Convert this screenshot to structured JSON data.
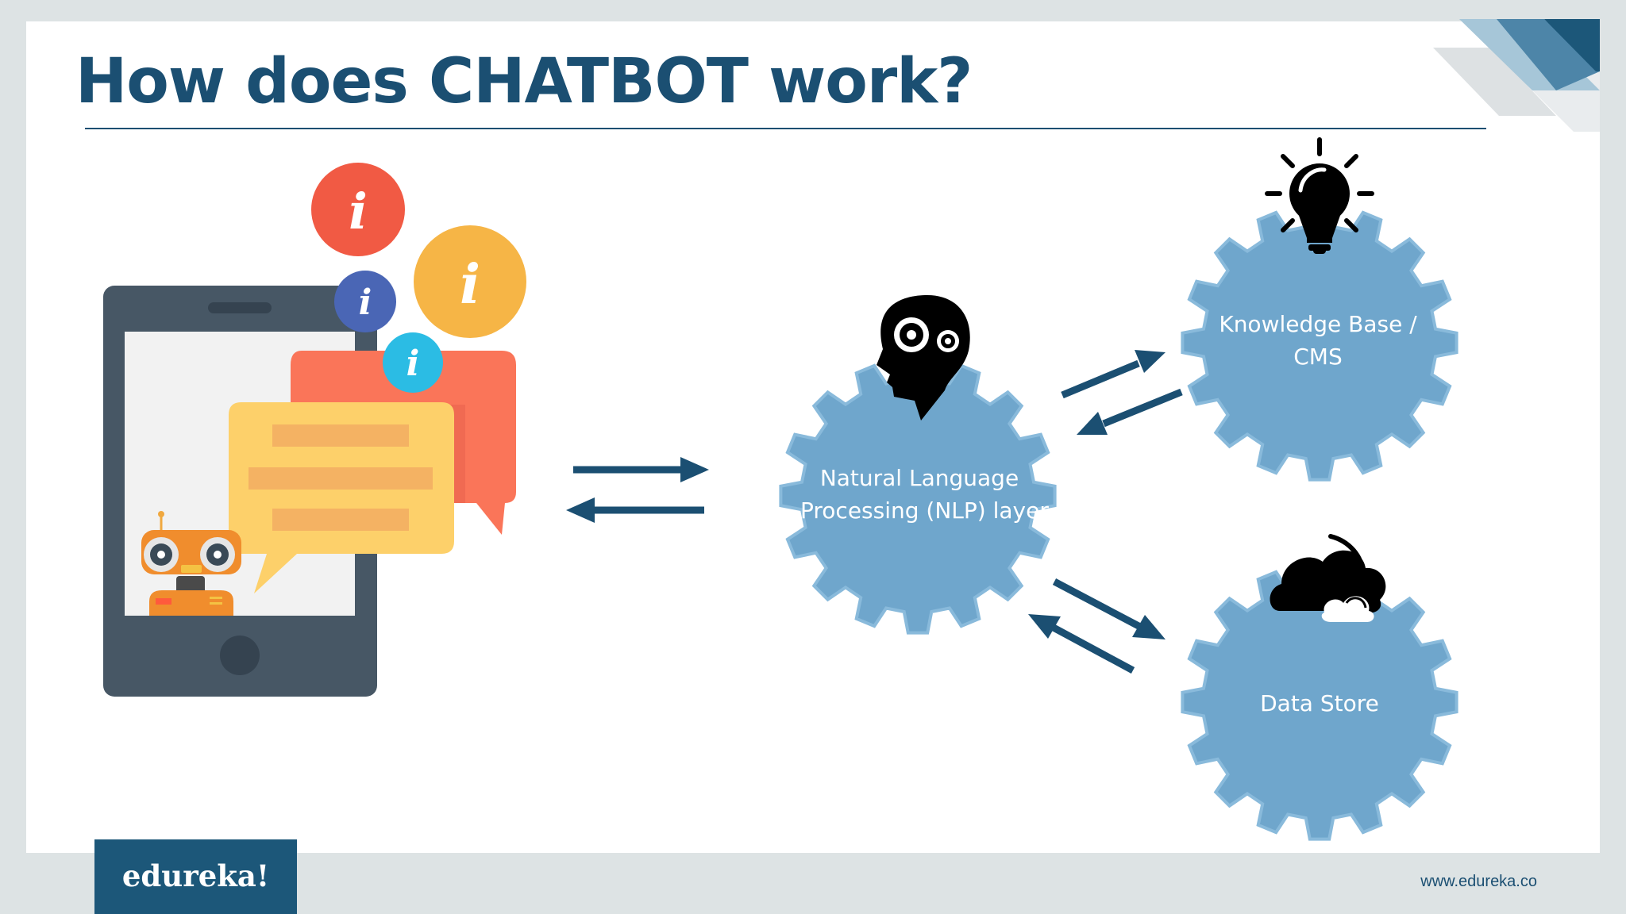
{
  "slide": {
    "title": "How does CHATBOT work?",
    "accent_color": "#1b4f72",
    "background": "#dde3e4"
  },
  "nodes": {
    "nlp": {
      "line1": "Natural Language",
      "line2": "Processing (NLP) layer",
      "icon": "head-gears-icon"
    },
    "knowledge": {
      "line1": "Knowledge Base /",
      "line2": "CMS",
      "icon": "lightbulb-icon"
    },
    "datastore": {
      "label": "Data Store",
      "icon": "cloud-icon"
    }
  },
  "gear_color": "#6fa6cc",
  "chat_device": {
    "icons": [
      "smartphone-icon",
      "info-badge-icon",
      "chat-bubble-icon",
      "robot-icon"
    ]
  },
  "footer": {
    "logo": "edureka!",
    "url": "www.edureka.co"
  }
}
